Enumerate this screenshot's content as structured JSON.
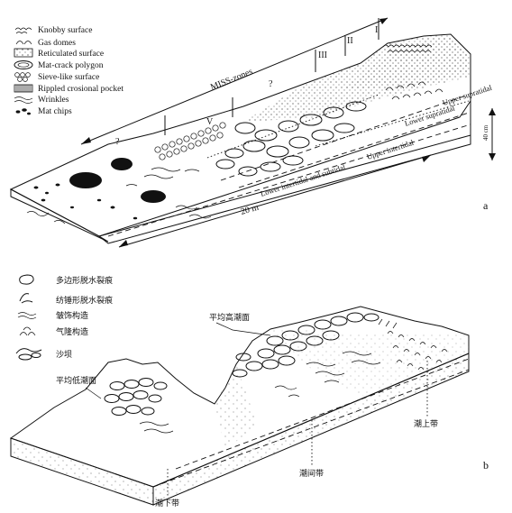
{
  "panel_a": {
    "legend": [
      {
        "icon": "knobby-surface-icon",
        "label": "Knobby surface"
      },
      {
        "icon": "gas-domes-icon",
        "label": "Gas domes"
      },
      {
        "icon": "reticulated-surface-icon",
        "label": "Reticulated surface"
      },
      {
        "icon": "mat-crack-polygon-icon",
        "label": "Mat-crack polygon"
      },
      {
        "icon": "sieve-like-surface-icon",
        "label": "Sieve-like surface"
      },
      {
        "icon": "rippled-erosional-pocket-icon",
        "label": "Rippled crosional pocket"
      },
      {
        "icon": "wrinkles-icon",
        "label": "Wrinkles"
      },
      {
        "icon": "mat-chips-icon",
        "label": "Mat chips"
      }
    ],
    "miss_zones_label": "MISS-zones",
    "zone_numerals": [
      "I",
      "II",
      "III",
      "V"
    ],
    "question_marks": [
      "?",
      "?"
    ],
    "zones": [
      "Upper supratidal",
      "Lower supratidal",
      "Upper intertidal",
      "Lower intertidal and subtidal"
    ],
    "scale_length": "20 m",
    "scale_height": "40 cm",
    "panel_letter": "a"
  },
  "panel_b": {
    "legend": [
      {
        "icon": "polygonal-crack-icon",
        "label": "多边形脱水裂痕"
      },
      {
        "icon": "spindle-crack-icon",
        "label": "纺锤形脱水裂痕"
      },
      {
        "icon": "wrinkle-structure-icon",
        "label": "皱饰构造"
      },
      {
        "icon": "gas-dome-structure-icon",
        "label": "气隆构造"
      },
      {
        "icon": "sand-dam-icon",
        "label": "沙坝"
      }
    ],
    "mean_high_tide": "平均高潮面",
    "mean_low_tide": "平均低潮面",
    "supratidal": "潮上带",
    "intertidal": "潮间带",
    "subtidal": "潮下带",
    "panel_letter": "b"
  }
}
